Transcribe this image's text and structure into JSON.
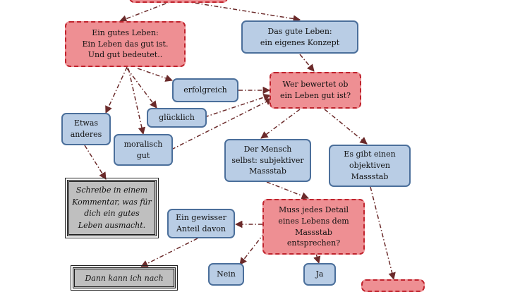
{
  "nodes": {
    "gutes_leben": "Ein gutes Leben:\nEin Leben das gut ist.\nUnd gut bedeutet..",
    "eigenes_konzept": "Das gute Leben:\nein eigenes Konzept",
    "erfolgreich": "erfolgreich",
    "gluecklich": "glücklich",
    "wer_bewertet": "Wer bewertet ob\nein Leben gut ist?",
    "etwas_anderes": "Etwas\nanderes",
    "moralisch_gut": "moralisch\ngut",
    "der_mensch": "Der Mensch\nselbst: subjektiver\nMassstab",
    "objektiver": "Es gibt einen\nobjektiven\nMassstab",
    "kommentar": "Schreibe in einem\nKommentar, was für\ndich ein gutes\nLeben ausmacht.",
    "gewisser_anteil": "Ein gewisser\nAnteil davon",
    "muss_jedes": "Muss jedes Detail\neines Lebens dem\nMassstab\nentsprechen?",
    "nein": "Nein",
    "ja": "Ja",
    "dann_kann": "Dann kann ich nach"
  },
  "colors": {
    "blue_fill": "#b9cde5",
    "blue_border": "#4b6f9b",
    "red_fill": "#ee8f93",
    "red_border": "#c0232d",
    "gray_fill": "#bfbfbf",
    "arrow": "#6b2a2a"
  }
}
